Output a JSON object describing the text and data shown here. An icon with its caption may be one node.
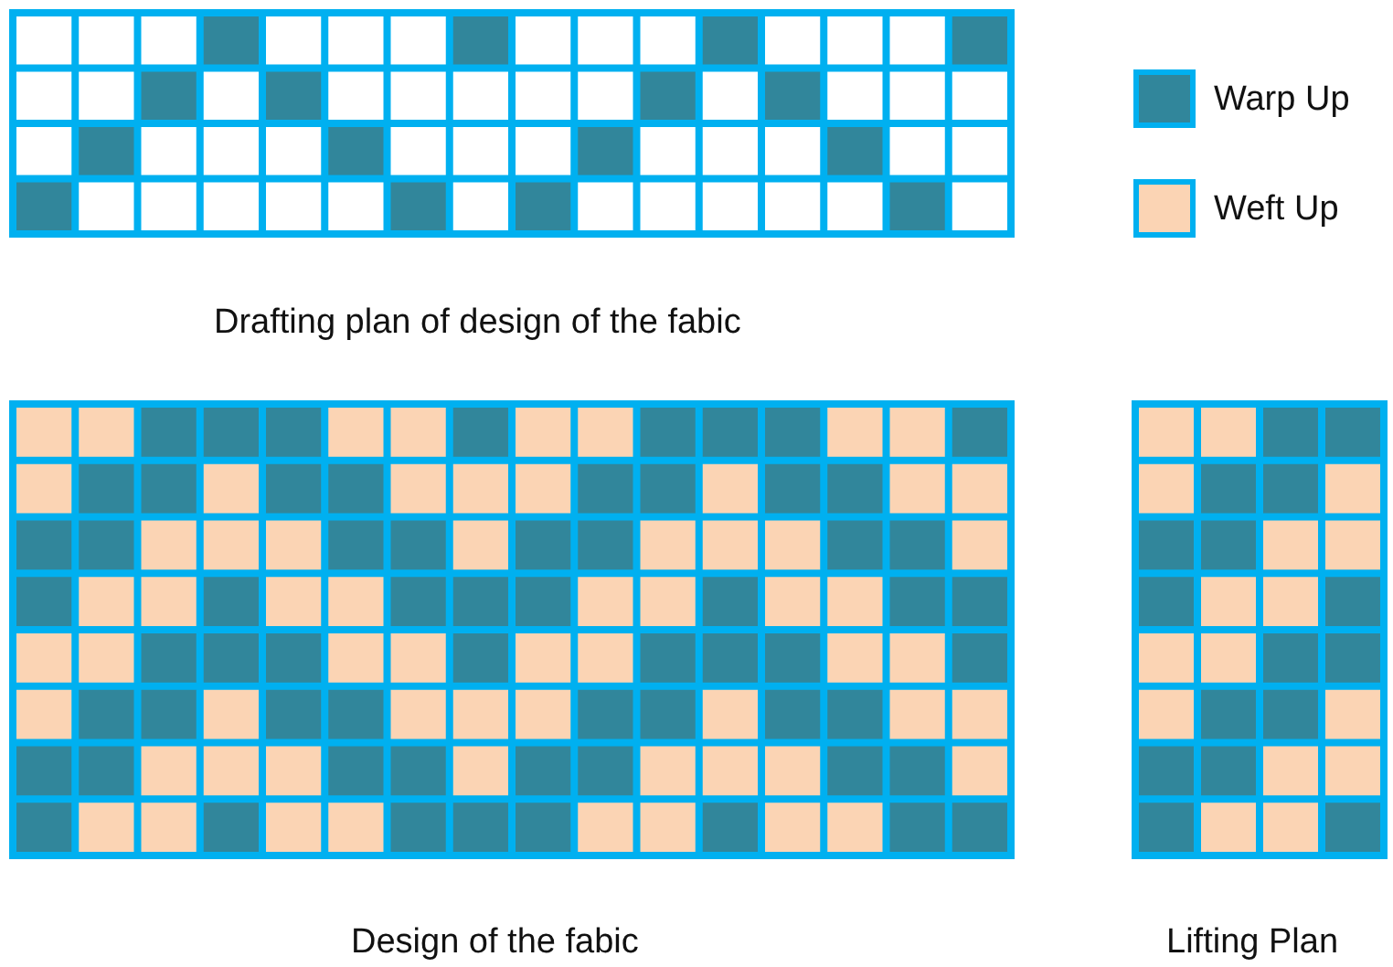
{
  "diagram": {
    "labels": [
      "Drafting plan of design of the fabic",
      "Design of the fabic",
      "Lifting Plan"
    ],
    "legend": [
      {
        "text": "Warp Up",
        "color": "#31869b"
      },
      {
        "text": "Weft Up",
        "color": "#fbd4b4"
      }
    ]
  }
}
